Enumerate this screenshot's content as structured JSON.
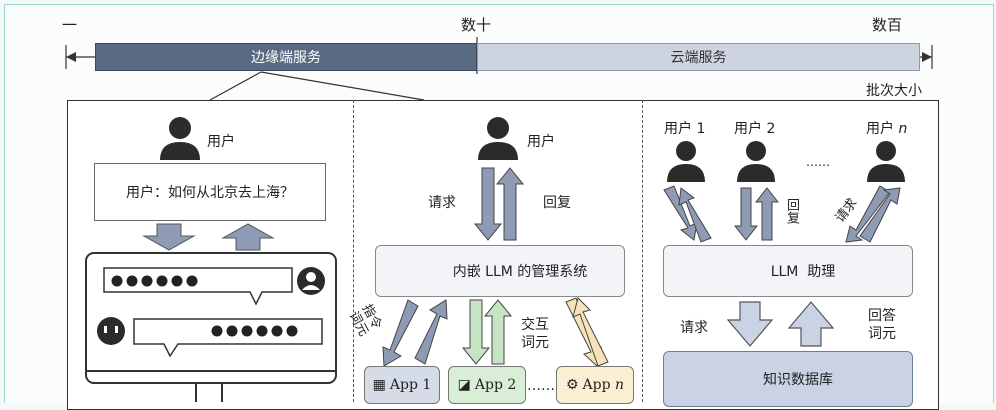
{
  "scale": {
    "left_label": "一",
    "mid_label": "数十",
    "right_label": "数百",
    "edge_service": "边缘端服务",
    "cloud_service": "云端服务",
    "axis_label": "批次大小"
  },
  "edge_panel": {
    "user_label": "用户",
    "query": "用户：如何从北京去上海？"
  },
  "middle_panel": {
    "user_label": "用户",
    "request_label": "请求",
    "reply_label": "回复",
    "system_label": "内嵌 LLM 的管理系统",
    "instruction_label": "指令\n词元",
    "interact_label": "交互\n词元",
    "apps": [
      "App 1",
      "App 2",
      "App n"
    ],
    "app_ellipsis": "……"
  },
  "cloud_panel": {
    "users": [
      "用户 1",
      "用户 2",
      "用户 n"
    ],
    "users_ellipsis": "……",
    "reply_label": "回复",
    "request_label_rotated": "请求",
    "assistant_label": "LLM  助理",
    "request_label": "请求",
    "answer_label": "回答\n词元",
    "db_label": "知识数据库"
  },
  "colors": {
    "edge_bar": "#5a6a82",
    "cloud_bar": "#cdd4e0",
    "arrow_blue": "#8e9bb5",
    "arrow_green": "#c6e3c4",
    "arrow_yellow": "#f6e3b8"
  }
}
